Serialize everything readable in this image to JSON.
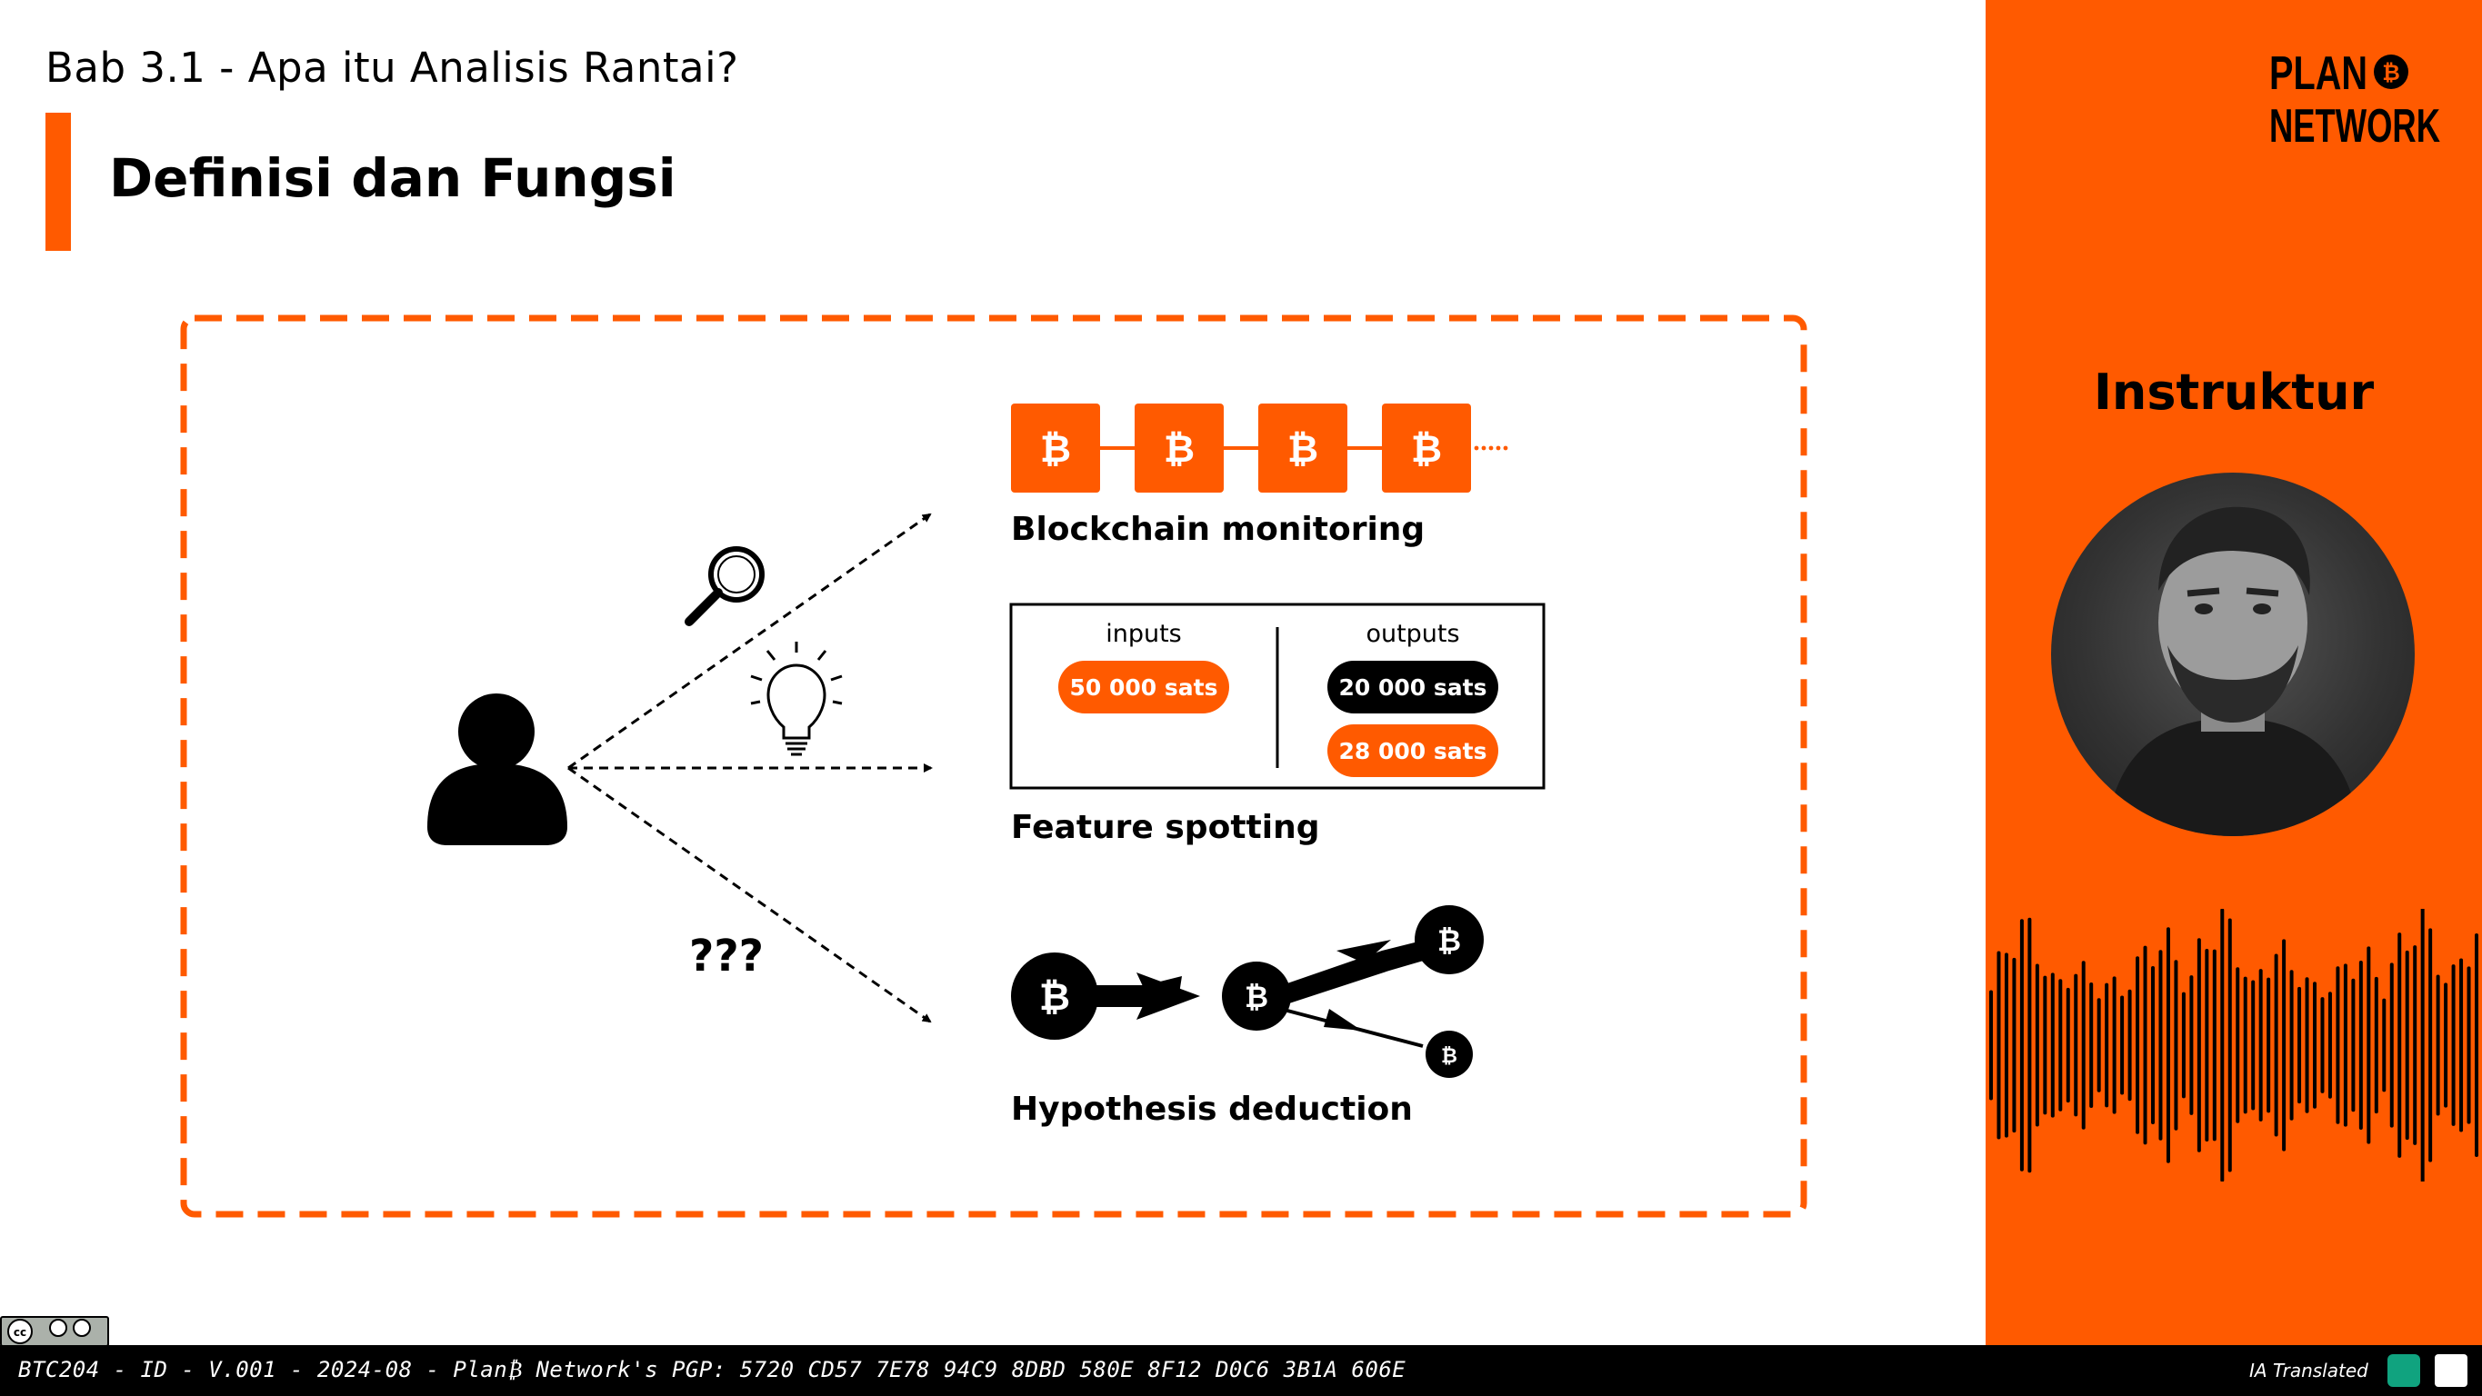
{
  "header": {
    "chapter_title": "Bab 3.1 - Apa itu Analisis Rantai?",
    "section_title": "Definisi dan Fungsi"
  },
  "brand": {
    "logo_line1": "PLAN",
    "logo_line2": "NETWORK",
    "logo_glyph": "₿"
  },
  "instructor": {
    "label": "Instruktur"
  },
  "diagram": {
    "bitcoin_glyph": "₿",
    "question_marks": "???",
    "items": [
      {
        "label": "Blockchain monitoring"
      },
      {
        "label": "Feature spotting"
      },
      {
        "label": "Hypothesis deduction"
      }
    ],
    "transaction": {
      "inputs_label": "inputs",
      "outputs_label": "outputs",
      "inputs": [
        "50 000 sats"
      ],
      "outputs": [
        "20 000 sats",
        "28 000 sats"
      ]
    }
  },
  "footer": {
    "text": "BTC204 - ID - V.001 - 2024-08 - Plan₿ Network's PGP: 5720 CD57 7E78 94C9 8DBD 580E 8F12 D0C6 3B1A 606E",
    "translated_label": "IA Translated",
    "license_badge": "cc BY SA"
  },
  "colors": {
    "accent": "#ff5a00",
    "dark": "#000000",
    "background": "#ffffff"
  },
  "icons": [
    "user-icon",
    "magnifier-icon",
    "lightbulb-icon",
    "question-marks-icon",
    "bitcoin-block-icon",
    "bitcoin-node-icon",
    "cc-license-icon",
    "openai-icon",
    "translator-icon"
  ]
}
